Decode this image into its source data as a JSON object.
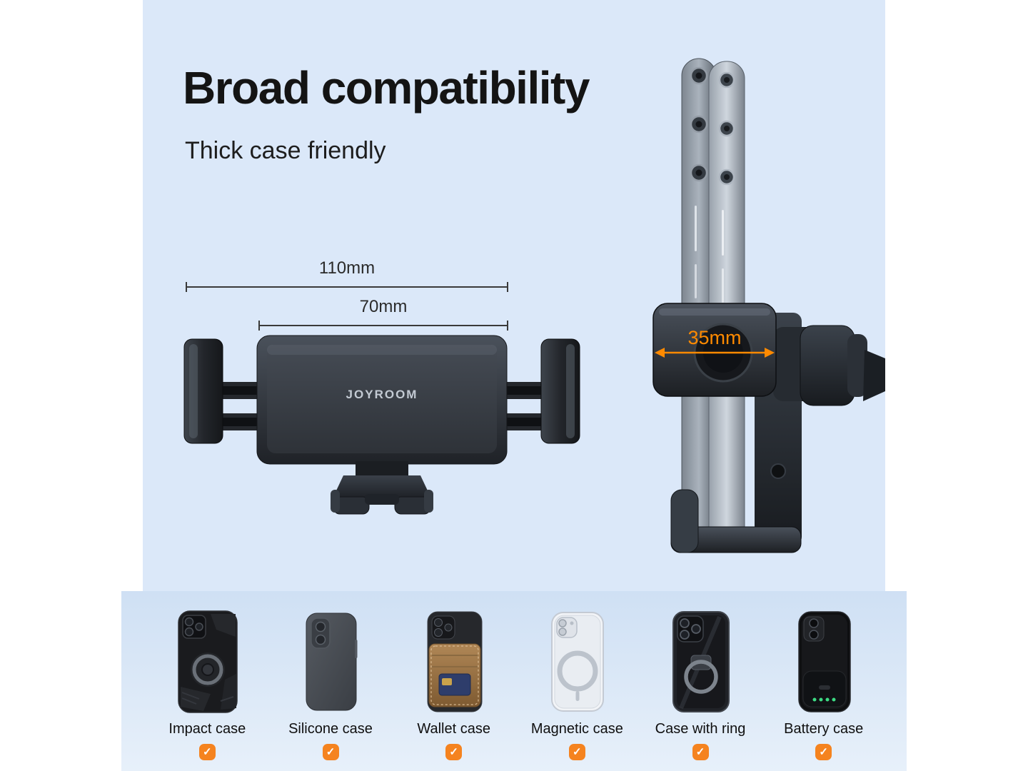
{
  "header": {
    "title": "Broad compatibility",
    "subtitle": "Thick case friendly"
  },
  "front_view": {
    "outer_width_label": "110mm",
    "inner_width_label": "70mm",
    "brand": "JOYROOM"
  },
  "side_view": {
    "clamp_width": "35mm"
  },
  "cases": [
    {
      "label": "Impact case"
    },
    {
      "label": "Silicone case"
    },
    {
      "label": "Wallet case"
    },
    {
      "label": "Magnetic case"
    },
    {
      "label": "Case with ring"
    },
    {
      "label": "Battery case"
    }
  ],
  "icons": {
    "check": "✓"
  },
  "colors": {
    "accent_orange": "#f5831f",
    "dimension_orange": "#ff8a00",
    "panel_blue": "#dbe8f9",
    "strip_blue": "#d7e5f6",
    "text_dark": "#141414"
  }
}
